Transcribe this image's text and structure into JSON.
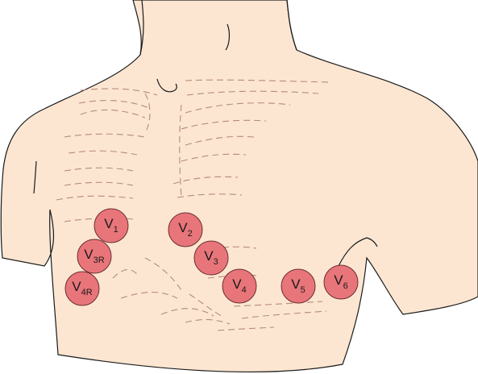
{
  "colors": {
    "skin": "#FCE6D2",
    "outline": "#1a1a1a",
    "rib_lines": "#B58A7A",
    "electrode_fill": "#E8757A",
    "electrode_stroke": "#6B2E30"
  },
  "electrodes": [
    {
      "id": "V1",
      "main": "V",
      "sub": "1"
    },
    {
      "id": "V2",
      "main": "V",
      "sub": "2"
    },
    {
      "id": "V3",
      "main": "V",
      "sub": "3"
    },
    {
      "id": "V4",
      "main": "V",
      "sub": "4"
    },
    {
      "id": "V5",
      "main": "V",
      "sub": "5"
    },
    {
      "id": "V6",
      "main": "V",
      "sub": "6"
    },
    {
      "id": "V3R",
      "main": "V",
      "sub": "3R"
    },
    {
      "id": "V4R",
      "main": "V",
      "sub": "4R"
    }
  ]
}
